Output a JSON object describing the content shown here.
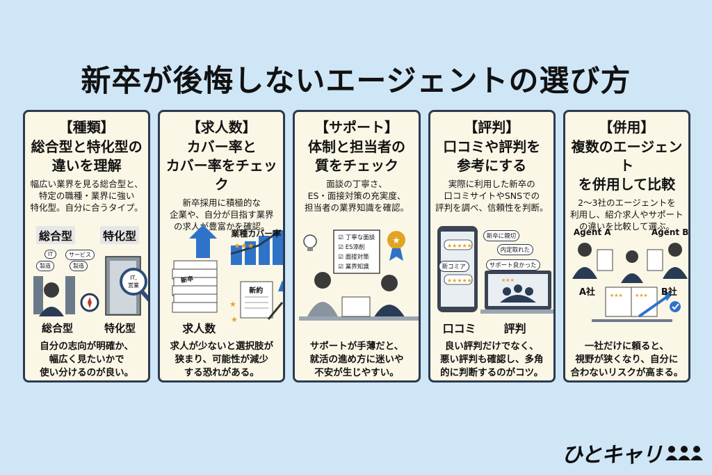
{
  "title": "新卒が後悔しないエージェントの選び方",
  "cards": [
    {
      "category": "【種類】",
      "heading": "総合型と特化型の\n違いを理解",
      "desc": "幅広い業界を見る総合型と、\n特定の職種・業界に強い\n特化型。自分に合うタイプ。",
      "illust": {
        "label_top_left": "総合型",
        "label_top_right": "特化型",
        "chips": [
          "IT",
          "サービス",
          "製造",
          "製造"
        ],
        "lens_text": "IT,\n営業",
        "label_bottom_left": "総合型",
        "label_bottom_right": "特化型"
      },
      "foot": "自分の志向が明確か、\n幅広く見たいかで\n使い分けるのが良い。"
    },
    {
      "category": "【求人数】",
      "heading": "カバー率と\nカバー率をチェック",
      "desc": "新卒採用に積極的な\n企業や、自分が目指す業界\nの求人が豊富かを確認。",
      "illust": {
        "chart_label": "業種カバー率",
        "stack_label": "新卒",
        "doc_label": "新約",
        "bottom_label": "求人数"
      },
      "foot": "求人が少ないと選択肢が\n狭まり、可能性が減少\nする恐れがある。"
    },
    {
      "category": "【サポート】",
      "heading": "体制と担当者の\n質をチェック",
      "desc": "面談の丁寧さ、\nES・面接対策の充実度、\n担当者の業界知識を確認。",
      "illust": {
        "checklist": [
          "丁寧な面談",
          "ES添削",
          "面接対策",
          "業界知識"
        ]
      },
      "foot": "サポートが手薄だと、\n就活の進め方に迷いや\n不安が生じやすい。"
    },
    {
      "category": "【評判】",
      "heading": "口コミや評判を\n参考にする",
      "desc": "実際に利用した新卒の\n口コミサイトやSNSでの\n評判を調べ、信頼性を判断。",
      "illust": {
        "bubbles": [
          "新卒に親切",
          "内定取れた",
          "新コミア",
          "サポート良かった"
        ],
        "label_left": "口コミ",
        "label_right": "評判"
      },
      "foot": "良い評判だけでなく、\n悪い評判も確認し、多角\n的に判断するのがコツ。"
    },
    {
      "category": "【併用】",
      "heading": "複数のエージェント\nを併用して比較",
      "desc": "2〜3社のエージェントを\n利用し、紹介求人やサポート\nの違いを比較して選ぶ。",
      "illust": {
        "agent_a": "Agent A",
        "agent_b": "Agent B",
        "company_a": "A社",
        "company_b": "B社"
      },
      "foot": "一社だけに頼ると、\n視野が狭くなり、自分に\n合わないリスクが高まる。"
    }
  ],
  "logo": {
    "text": "ひとキャリ"
  },
  "colors": {
    "background": "#cfe6f6",
    "card_bg": "#fbf7e6",
    "card_border": "#2d3a4d",
    "accent_blue": "#2f73c9",
    "accent_gold": "#e0a422"
  }
}
